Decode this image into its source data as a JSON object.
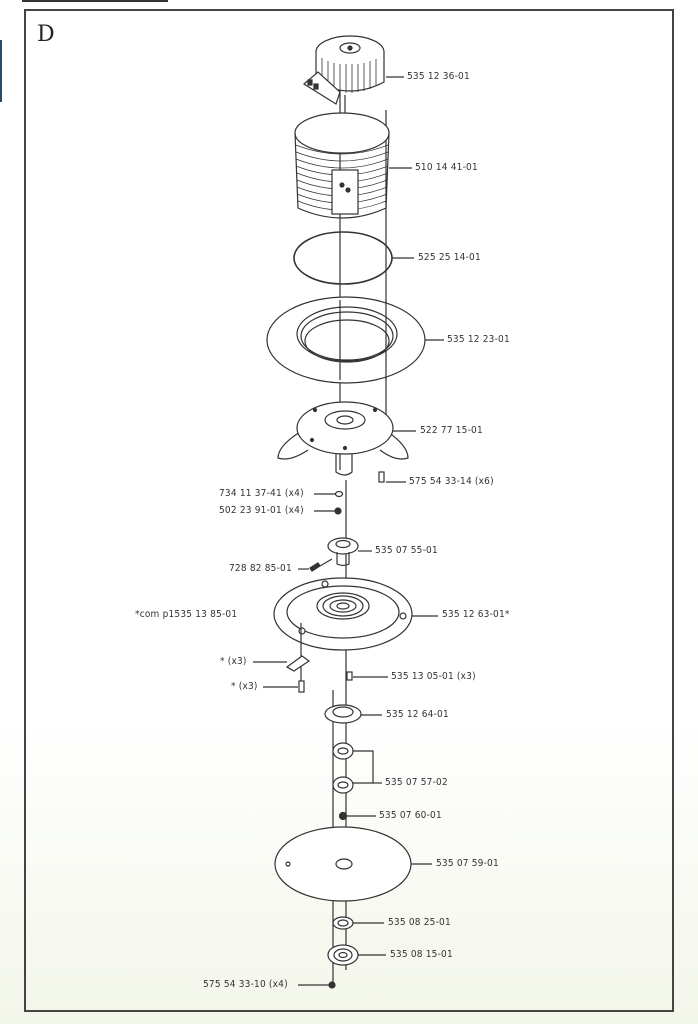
{
  "diagram": {
    "section_letter": "D",
    "line_color": "#333333",
    "frame_color": "#444444",
    "parts": [
      {
        "id": "motor",
        "label": "535 12 36-01"
      },
      {
        "id": "motor-housing",
        "label": "510 14 41-01"
      },
      {
        "id": "o-ring",
        "label": "525 25 14-01"
      },
      {
        "id": "collar-plate",
        "label": "535 12 23-01"
      },
      {
        "id": "motor-bracket",
        "label": "522 77 15-01"
      },
      {
        "id": "bracket-screw",
        "label": "575 54 33-14 (x6)"
      },
      {
        "id": "washer-a",
        "label": "734 11 37-41 (x4)"
      },
      {
        "id": "nut-a",
        "label": "502 23 91-01 (x4)"
      },
      {
        "id": "hub",
        "label": "535 07 55-01"
      },
      {
        "id": "set-screw",
        "label": "728 82 85-01"
      },
      {
        "id": "blade-kit-note",
        "label": "*com p1535 13 85-01"
      },
      {
        "id": "blade-disc",
        "label": "535 12 63-01*"
      },
      {
        "id": "blade",
        "label": "* (x3)"
      },
      {
        "id": "blade-screw",
        "label": "* (x3)"
      },
      {
        "id": "disc-screw",
        "label": "535 13 05-01 (x3)"
      },
      {
        "id": "bearing-housing",
        "label": "535 12 64-01"
      },
      {
        "id": "bearings",
        "label": "535 07 57-02"
      },
      {
        "id": "shaft-nut",
        "label": "535 07 60-01"
      },
      {
        "id": "skid-plate",
        "label": "535 07 59-01"
      },
      {
        "id": "spacer",
        "label": "535 08 25-01"
      },
      {
        "id": "flange",
        "label": "535 08 15-01"
      },
      {
        "id": "bottom-screw",
        "label": "575 54 33-10 (x4)"
      }
    ]
  }
}
